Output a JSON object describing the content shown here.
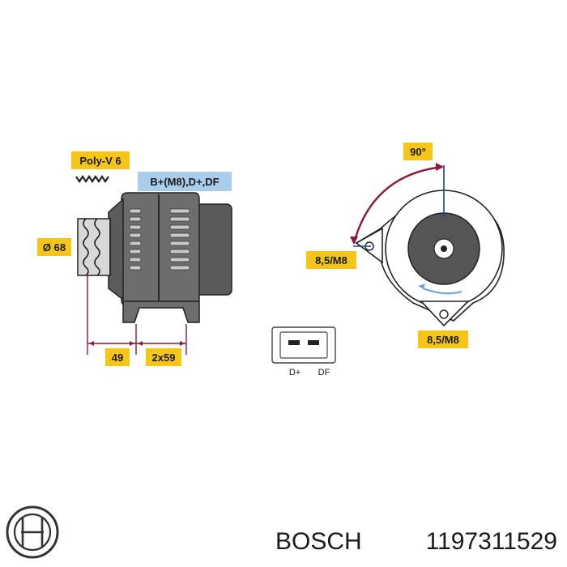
{
  "belt": {
    "label": "Poly-V 6"
  },
  "connections": {
    "label": "B+(M8),D+,DF"
  },
  "pulley": {
    "diameter_label": "Ø 68"
  },
  "dimensions": {
    "left_label": "49",
    "right_label": "2x59"
  },
  "rotation": {
    "angle_label": "90°"
  },
  "mounts": {
    "upper_label": "8,5/M8",
    "lower_label": "8,5/M8"
  },
  "plug": {
    "pin1": "D+",
    "pin2": "DF"
  },
  "footer": {
    "brand": "BOSCH",
    "part_number": "1197311529"
  },
  "colors": {
    "label_yellow": "#f5c518",
    "label_blue": "#a9cdea",
    "dimension_line": "#8b1a3a",
    "body_dark": "#555555"
  }
}
